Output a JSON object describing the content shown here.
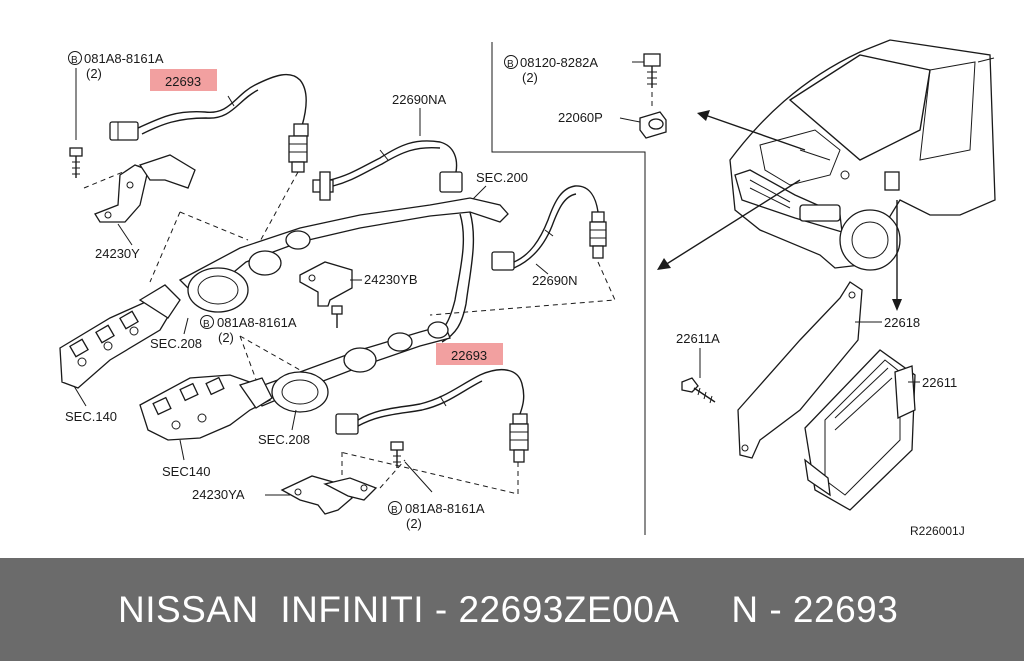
{
  "diagram": {
    "labels": {
      "bolt_left_top": "081A8-8161A",
      "bolt_left_top_qty": "(2)",
      "sensor_top": "22693",
      "harness_na": "22690NA",
      "sec200": "SEC.200",
      "bracket_y": "24230Y",
      "bracket_yb": "24230YB",
      "harness_n": "22690N",
      "bolt_mid": "081A8-8161A",
      "bolt_mid_qty": "(2)",
      "sec208_top": "SEC.208",
      "sensor_mid": "22693",
      "sec140_top": "SEC.140",
      "sec208_bottom": "SEC.208",
      "sec140_bottom": "SEC140",
      "bracket_ya": "24230YA",
      "bolt_bottom": "081A8-8161A",
      "bolt_bottom_qty": "(2)",
      "bolt_right": "08120-8282A",
      "bolt_right_qty": "(2)",
      "knock_sensor": "22060P",
      "ecm_bracket": "22618",
      "bolt_ecm": "22611A",
      "ecm": "22611",
      "ref_code": "R226001J",
      "circle_b": "B"
    },
    "highlight_color": "#f2a0a0"
  },
  "footer": {
    "text": "NISSAN  INFINITI - 22693ZE00A     N - 22693",
    "background": "#6b6b6b"
  }
}
